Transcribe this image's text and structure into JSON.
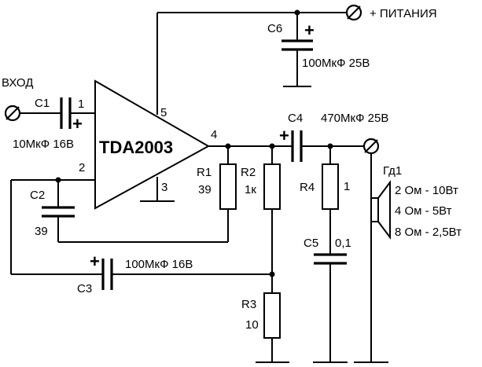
{
  "terminals": {
    "input": "ВХОД",
    "power": "+ ПИТАНИЯ"
  },
  "ic": {
    "name": "TDA2003",
    "pins": {
      "p1": "1",
      "p2": "2",
      "p3": "3",
      "p4": "4",
      "p5": "5"
    }
  },
  "parts": {
    "c1": {
      "ref": "C1",
      "value": "10МкФ 16В"
    },
    "c2": {
      "ref": "C2",
      "value": "39"
    },
    "c3": {
      "ref": "C3",
      "value": "100МкФ 16В"
    },
    "c4": {
      "ref": "C4",
      "value": "470МкФ 25В"
    },
    "c5": {
      "ref": "C5",
      "value": "0,1"
    },
    "c6": {
      "ref": "C6",
      "value": "100МкФ 25В"
    },
    "r1": {
      "ref": "R1",
      "value": "39"
    },
    "r2": {
      "ref": "R2",
      "value": "1к"
    },
    "r3": {
      "ref": "R3",
      "value": "10"
    },
    "r4": {
      "ref": "R4",
      "value": "1"
    }
  },
  "polarity_mark": "+",
  "speaker": {
    "ref": "Гд1",
    "ratings": [
      "2 Ом - 10Вт",
      "4 Ом - 5Вт",
      "8 Ом - 2,5Вт"
    ]
  }
}
